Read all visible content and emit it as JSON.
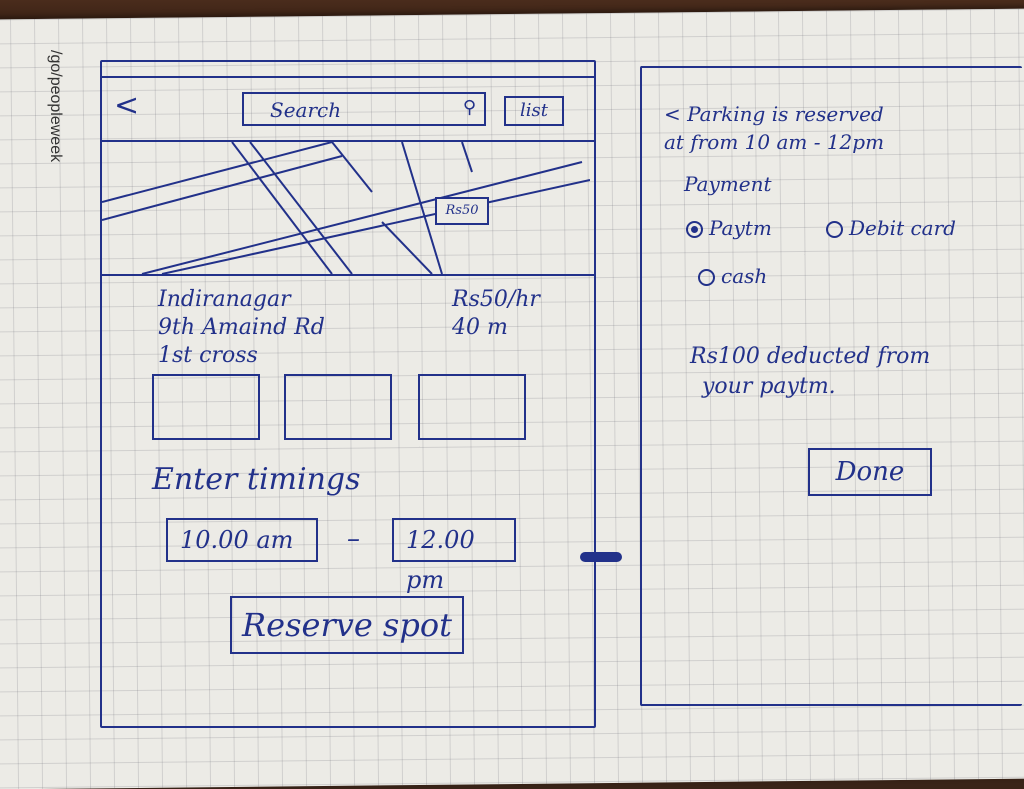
{
  "margin_note": "/go/peopleweek",
  "left_screen": {
    "back_glyph": "<",
    "search": {
      "label": "Search",
      "icon": "search-icon"
    },
    "list_label": "list",
    "map": {
      "price_pin": "Rs50"
    },
    "address": [
      "Indiranagar",
      "9th Amaind Rd",
      "1st cross"
    ],
    "rate": [
      "Rs50/hr",
      "40 m"
    ],
    "timings_label": "Enter timings",
    "start_time": "10.00 am",
    "end_time": "12.00 pm",
    "dash": "–",
    "reserve_label": "Reserve spot"
  },
  "right_screen": {
    "message_line1": "< Parking is reserved",
    "message_line2": "at from 10 am - 12pm",
    "payment_label": "Payment",
    "options": [
      {
        "label": "Paytm",
        "selected": true
      },
      {
        "label": "Debit card",
        "selected": false
      },
      {
        "label": "cash",
        "selected": false
      }
    ],
    "deduct_line1": "Rs100 deducted from",
    "deduct_line2": "your paytm.",
    "done_label": "Done"
  },
  "colors": {
    "ink": "#22318a",
    "paper": "#ecebe6"
  }
}
